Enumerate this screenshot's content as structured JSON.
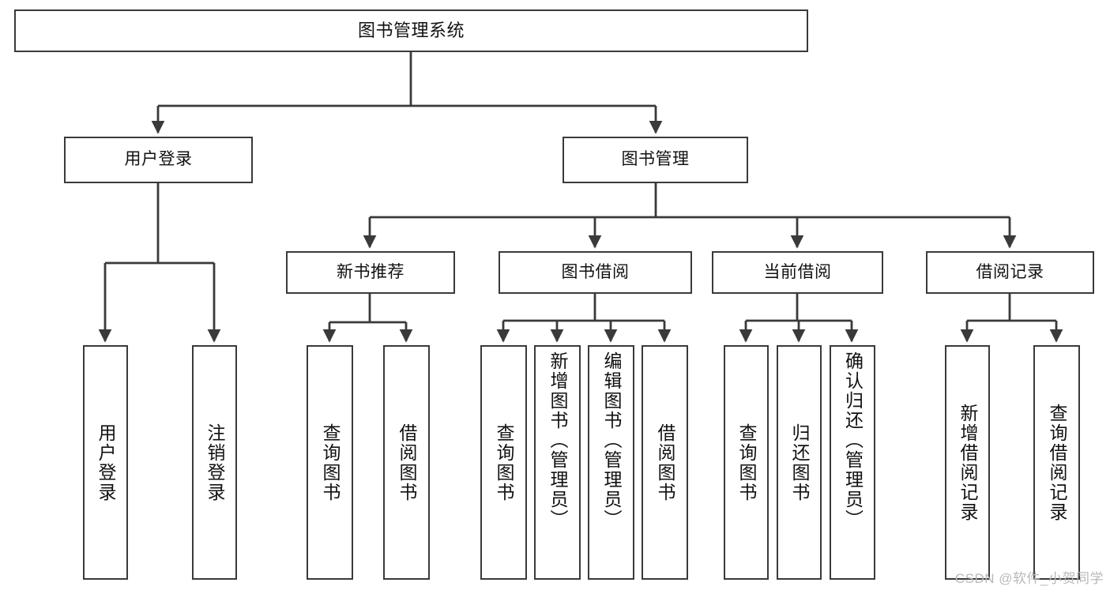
{
  "diagram": {
    "type": "tree-hierarchy",
    "title": "图书管理系统",
    "orientation": "top-down",
    "colors": {
      "box_border": "#3a3a3a",
      "box_fill": "#ffffff",
      "connector": "#3a3a3a",
      "text": "#111111",
      "watermark": "#b9b9b9",
      "background": "#ffffff"
    },
    "watermark": "CSDN @软件_小贺同学",
    "nodes": {
      "root": {
        "label": "图书管理系统"
      },
      "level1": [
        {
          "label": "用户登录"
        },
        {
          "label": "图书管理"
        }
      ],
      "level2": [
        {
          "label": "新书推荐"
        },
        {
          "label": "图书借阅"
        },
        {
          "label": "当前借阅"
        },
        {
          "label": "借阅记录"
        }
      ],
      "leaves": {
        "user_login": [
          {
            "label": "用户登录"
          },
          {
            "label": "注销登录"
          }
        ],
        "new_book_recommend": [
          {
            "label": "查询图书"
          },
          {
            "label": "借阅图书"
          }
        ],
        "book_borrow": [
          {
            "label": "查询图书"
          },
          {
            "label": "新增图书（管理员）"
          },
          {
            "label": "编辑图书（管理员）"
          },
          {
            "label": "借阅图书"
          }
        ],
        "current_borrow": [
          {
            "label": "查询图书"
          },
          {
            "label": "归还图书"
          },
          {
            "label": "确认归还（管理员）"
          }
        ],
        "borrow_record": [
          {
            "label": "新增借阅记录"
          },
          {
            "label": "查询借阅记录"
          }
        ]
      }
    }
  }
}
